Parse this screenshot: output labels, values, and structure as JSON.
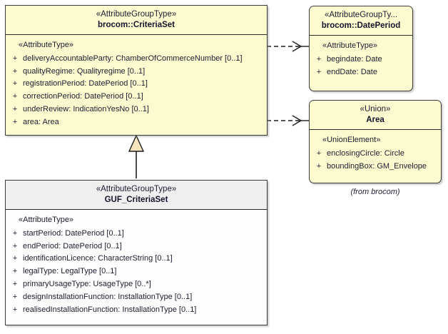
{
  "diagram": {
    "type": "uml-class-diagram",
    "background": "#ffffff",
    "colors": {
      "class_fill_yellow": "#fcfbd0",
      "class_fill_white": "#fdfdfd",
      "header_fill_gray": "#efefef",
      "border": "#3a3a3a",
      "text": "#1c1c30",
      "generalization_arrow_fill": "#f5e4bc"
    },
    "footnote": "(from brocom)"
  },
  "classes": [
    {
      "id": "criteriaSet",
      "stereotype": "«AttributeGroupType»",
      "name": "brocom::CriteriaSet",
      "header_style": "yellow",
      "body_style": "yellow",
      "compartment_stereotype": "«AttributeType»",
      "attributes": [
        {
          "visibility": "+",
          "text": "deliveryAccountableParty: ChamberOfCommerceNumber [0..1]"
        },
        {
          "visibility": "+",
          "text": "qualityRegime: Qualityregime [0..1]"
        },
        {
          "visibility": "+",
          "text": "registrationPeriod: DatePeriod [0..1]"
        },
        {
          "visibility": "+",
          "text": "correctionPeriod: DatePeriod [0..1]"
        },
        {
          "visibility": "+",
          "text": "underReview: IndicationYesNo [0..1]"
        },
        {
          "visibility": "+",
          "text": "area: Area"
        }
      ]
    },
    {
      "id": "datePeriod",
      "stereotype": "«AttributeGroupTy...",
      "name": "brocom::DatePeriod",
      "header_style": "yellow",
      "body_style": "yellow",
      "compartment_stereotype": "«AttributeType»",
      "attributes": [
        {
          "visibility": "+",
          "text": "begindate: Date"
        },
        {
          "visibility": "+",
          "text": "endDate: Date"
        }
      ]
    },
    {
      "id": "area",
      "stereotype": "«Union»",
      "name": "Area",
      "header_style": "yellow",
      "body_style": "yellow",
      "compartment_stereotype": "«UnionElement»",
      "attributes": [
        {
          "visibility": "+",
          "text": "enclosingCircle: Circle"
        },
        {
          "visibility": "+",
          "text": "boundingBox: GM_Envelope"
        }
      ]
    },
    {
      "id": "gufCriteriaSet",
      "stereotype": "«AttributeGroupType»",
      "name": "GUF_CriteriaSet",
      "header_style": "gray",
      "body_style": "white",
      "compartment_stereotype": "«AttributeType»",
      "attributes": [
        {
          "visibility": "+",
          "text": "startPeriod: DatePeriod [0..1]"
        },
        {
          "visibility": "+",
          "text": "endPeriod: DatePeriod [0..1]"
        },
        {
          "visibility": "+",
          "text": "identificationLicence: CharacterString [0..1]"
        },
        {
          "visibility": "+",
          "text": "legalType: LegalType [0..1]"
        },
        {
          "visibility": "+",
          "text": "primaryUsageType: UsageType [0..*]"
        },
        {
          "visibility": "+",
          "text": "designInstallationFunction: InstallationType [0..1]"
        },
        {
          "visibility": "+",
          "text": "realisedInstallationFunction: InstallationType [0..1]"
        }
      ]
    }
  ],
  "relationships": [
    {
      "id": "dep-dateperiod",
      "kind": "dependency",
      "style": "dashed-open-arrow",
      "from": "criteriaSet",
      "to": "datePeriod"
    },
    {
      "id": "dep-area",
      "kind": "dependency",
      "style": "dashed-open-arrow",
      "from": "criteriaSet",
      "to": "area"
    },
    {
      "id": "gen-guf",
      "kind": "generalization",
      "style": "solid-hollow-triangle",
      "from": "gufCriteriaSet",
      "to": "criteriaSet"
    }
  ]
}
